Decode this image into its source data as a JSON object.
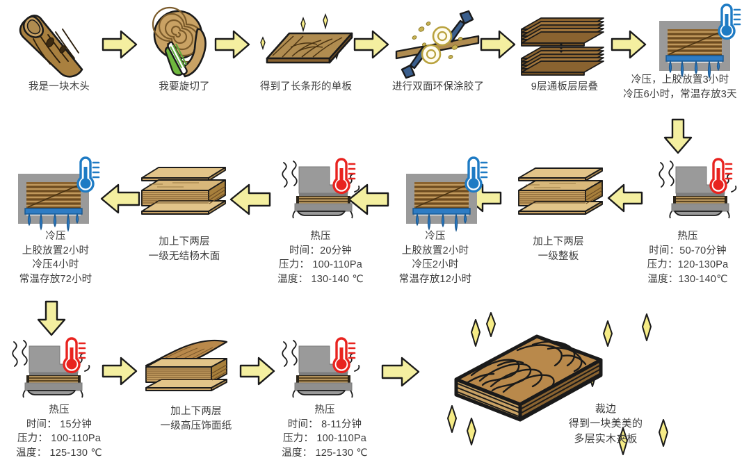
{
  "meta": {
    "title": "多层实木夹板生产流程图",
    "colors": {
      "arrow_fill": "#F4EFA0",
      "arrow_stroke": "#1a1a1a",
      "text": "#3c3c3c",
      "wood_light": "#E2C489",
      "wood_mid": "#B9894B",
      "wood_dark": "#8A6330",
      "press_gray": "#9A9A9A",
      "press_gray_dark": "#7E7E7E",
      "glue_blue": "#2E7CC4",
      "thermo_cold": "#1E7BC4",
      "thermo_hot": "#E8231F",
      "sparkle": "#F6EC86"
    }
  },
  "row1": {
    "steps": [
      {
        "id": "log",
        "icon": "log-icon",
        "label": "我是一块木头"
      },
      {
        "id": "peel",
        "icon": "rotary-peel-icon",
        "label": "我要旋切了"
      },
      {
        "id": "veneer",
        "icon": "veneer-sheet-icon",
        "label": "得到了长条形的单板"
      },
      {
        "id": "glue",
        "icon": "glue-roller-icon",
        "label": "进行双面环保涂胶了"
      },
      {
        "id": "stack9",
        "icon": "nine-layer-stack-icon",
        "label": "9层通板层层叠"
      },
      {
        "id": "coldpress1",
        "icon": "cold-press-icon",
        "label": "冷压，上胶放置3小时\n冷压6小时，常温存放3天"
      }
    ]
  },
  "row2": {
    "steps": [
      {
        "id": "coldpress3",
        "icon": "cold-press-icon",
        "label": "冷压\n上胶放置2小时\n冷压4小时\n常温存放72小时"
      },
      {
        "id": "addpoplar",
        "icon": "board-sandwich-icon",
        "label": "加上下两层\n一级无结杨木面"
      },
      {
        "id": "hotpress3",
        "icon": "hot-press-icon",
        "label": "热压\n时间：20分钟\n压力： 100-110Pa\n温度： 130-140 ℃"
      },
      {
        "id": "coldpress2",
        "icon": "cold-press-icon",
        "label": "冷压\n上胶放置2小时\n冷压2小时\n常温存放12小时"
      },
      {
        "id": "addwhole",
        "icon": "board-sandwich-icon",
        "label": "加上下两层\n一级整板"
      },
      {
        "id": "hotpress1",
        "icon": "hot-press-icon",
        "label": "热压\n时间：50-70分钟\n压力：120-130Pa\n温度：130-140℃"
      }
    ]
  },
  "row3": {
    "steps": [
      {
        "id": "hotpress4",
        "icon": "hot-press-icon",
        "label": "热压\n时间： 15分钟\n压力： 100-110Pa\n温度： 125-130 ℃"
      },
      {
        "id": "addpaper",
        "icon": "veneer-paper-stack-icon",
        "label": "加上下两层\n一级高压饰面纸"
      },
      {
        "id": "hotpress5",
        "icon": "hot-press-icon",
        "label": "热压\n时间： 8-11分钟\n压力： 100-110Pa\n温度： 125-130 ℃"
      },
      {
        "id": "final",
        "icon": "finished-plywood-icon",
        "label": "裁边\n得到一块美美的\n多层实木夹板"
      }
    ]
  },
  "arrows": {
    "right": "arrow-right",
    "left": "arrow-left",
    "down": "arrow-down"
  }
}
